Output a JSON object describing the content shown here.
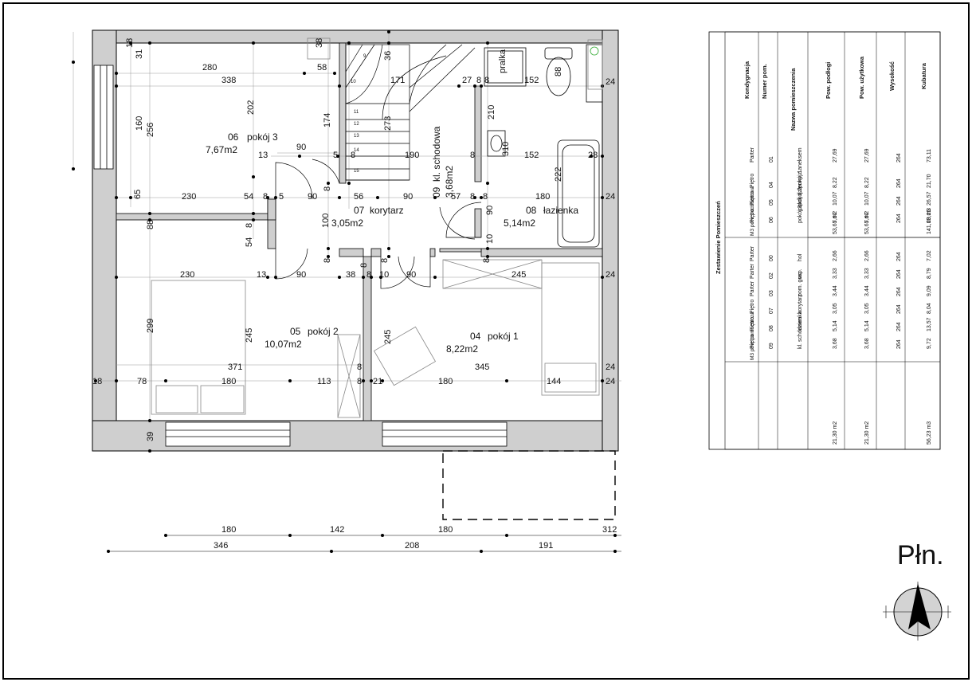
{
  "north_label": "Płn.",
  "rooms": [
    {
      "number": "06",
      "name": "pokój 3",
      "area": "7,67m2"
    },
    {
      "number": "07",
      "name": "korytarz",
      "area": "3,05m2"
    },
    {
      "number": "08",
      "name": "łazienka",
      "area": "5,14m2"
    },
    {
      "number": "09",
      "name": "kl. schodowa",
      "area": "3,68m2"
    },
    {
      "number": "05",
      "name": "pokój 2",
      "area": "10,07m2"
    },
    {
      "number": "04",
      "name": "pokój 1",
      "area": "8,22m2"
    }
  ],
  "fixture_labels": {
    "washer": "pralka",
    "stair_steps": [
      "11",
      "12",
      "13",
      "14",
      "15",
      "9",
      "10"
    ]
  },
  "dims": {
    "d280": "280",
    "d338": "338",
    "d58": "58",
    "d18": "18",
    "d31": "31",
    "d38": "38",
    "d36": "36",
    "d171": "171",
    "d27": "27",
    "d8": "8",
    "d152": "152",
    "d88": "88",
    "d24": "24",
    "d160": "160",
    "d256": "256",
    "d202": "202",
    "d174": "174",
    "d13": "13",
    "d5": "5",
    "d190": "190",
    "d210": "210",
    "d28": "28",
    "d273": "273",
    "d310": "310",
    "d222": "222",
    "d65": "65",
    "d230": "230",
    "d54": "54",
    "d90": "90",
    "d56": "56",
    "d57": "57",
    "d180": "180",
    "d100": "100",
    "d10": "10",
    "d245": "245",
    "d299": "299",
    "d371": "371",
    "d345": "345",
    "d78": "78",
    "d113": "113",
    "d21": "21",
    "d144": "144",
    "d39": "39",
    "b180a": "180",
    "b142": "142",
    "b180b": "180",
    "b312": "312",
    "b346": "346",
    "b208": "208",
    "b191": "191"
  },
  "schedule": {
    "title": "Zestawienie Pomieszczeń",
    "headers": [
      "Kondygnacja",
      "Numer pom.",
      "Nazwa pomieszczenia",
      "Pow. podłogi",
      "Pow. użytkowa",
      "Wysokość",
      "Kubatura"
    ],
    "groups": [
      {
        "label": "M3 pow. podstawowa",
        "rows": [
          [
            "Parter",
            "01",
            "pokój dzienny z aneksem",
            "27,69",
            "27,69",
            "264",
            "73,11"
          ],
          [
            "Piętro",
            "04",
            "pokój 1",
            "8,22",
            "8,22",
            "264",
            "21,70"
          ],
          [
            "Piętro",
            "05",
            "pokój 2",
            "10,07",
            "10,07",
            "264",
            "26,57"
          ],
          [
            "Piętro",
            "06",
            "pokój 3",
            "7,67",
            "7,67",
            "264",
            "20,25"
          ]
        ],
        "totals": [
          "53,65 m2",
          "53,65 m2",
          "141,63 m3"
        ]
      },
      {
        "label": "M3 pow. pomocnicza",
        "rows": [
          [
            "Parter",
            "00",
            "hol",
            "2,66",
            "2,66",
            "264",
            "7,02"
          ],
          [
            "Parter",
            "02",
            "wc",
            "3,33",
            "3,33",
            "264",
            "8,79"
          ],
          [
            "Parter",
            "03",
            "pom. gosp.",
            "3,44",
            "3,44",
            "264",
            "9,09"
          ],
          [
            "Piętro",
            "07",
            "korytarz",
            "3,05",
            "3,05",
            "264",
            "8,04"
          ],
          [
            "Piętro",
            "08",
            "łazienka",
            "5,14",
            "5,14",
            "264",
            "13,57"
          ],
          [
            "Piętro",
            "09",
            "kl. schodowa",
            "3,68",
            "3,68",
            "264",
            "9,72"
          ]
        ],
        "totals": [
          "21,30 m2",
          "21,30 m2",
          "56,23 m3"
        ]
      }
    ]
  }
}
